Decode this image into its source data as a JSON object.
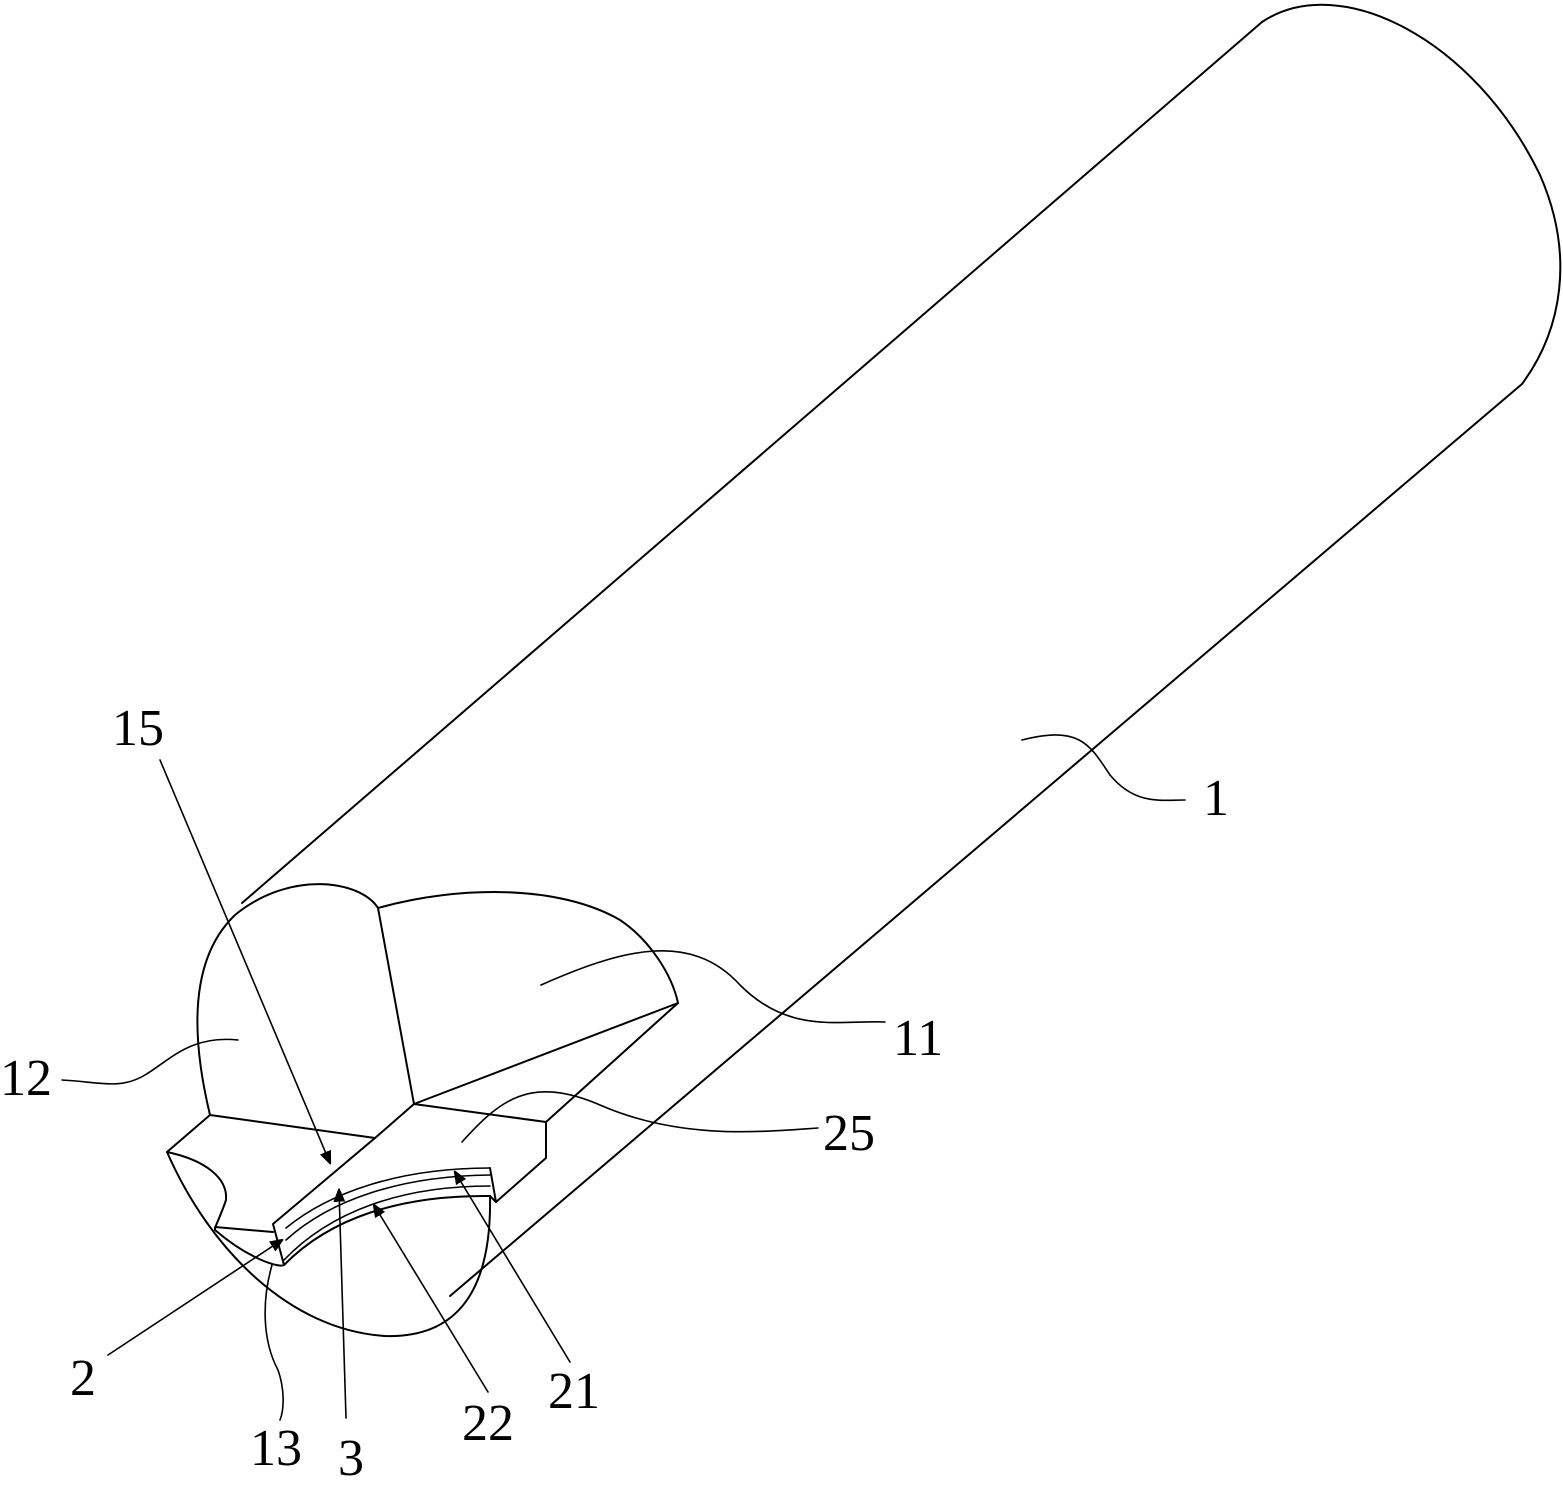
{
  "figure": {
    "labels": {
      "l1": "1",
      "l2": "2",
      "l3": "3",
      "l11": "11",
      "l12": "12",
      "l13": "13",
      "l15": "15",
      "l21": "21",
      "l22": "22",
      "l25": "25"
    }
  }
}
